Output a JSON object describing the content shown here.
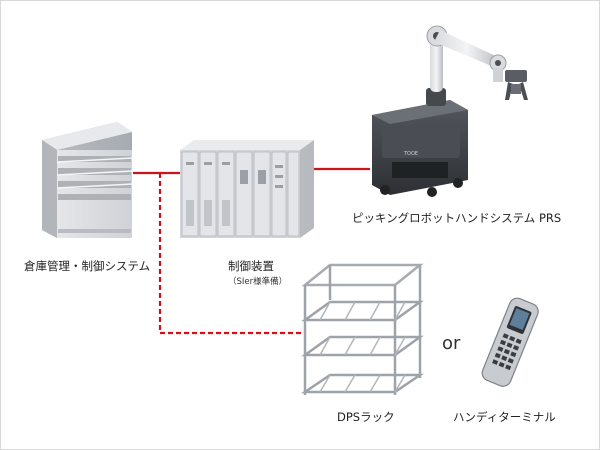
{
  "labels": {
    "warehouse_system": "倉庫管理・制御システム",
    "control_device": "制御装置",
    "control_device_note": "（SIer様準備）",
    "picking_robot": "ピッキングロボットハンドシステム PRS",
    "dps_rack": "DPSラック",
    "or": "or",
    "handy_terminal": "ハンディターミナル",
    "robot_brand": "TOOE"
  },
  "colors": {
    "connection_line": "#d0121b",
    "equipment_gray": "#c9ccd0",
    "equipment_dark": "#3a3d42"
  },
  "connections": [
    {
      "from": "warehouse_system",
      "to": "control_device",
      "style": "solid"
    },
    {
      "from": "control_device",
      "to": "picking_robot",
      "style": "solid"
    },
    {
      "from": "warehouse_system",
      "to": "dps_rack_or_handy_terminal",
      "style": "dashed"
    }
  ]
}
